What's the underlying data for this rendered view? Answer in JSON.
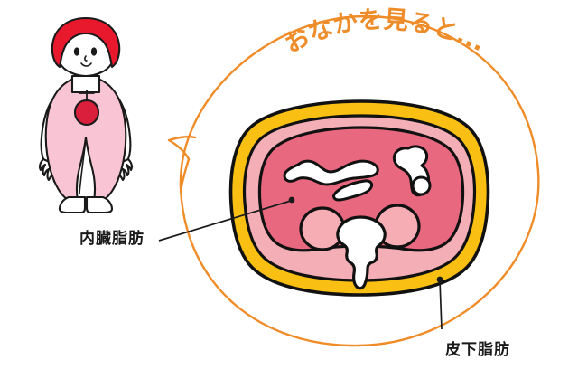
{
  "illustration": {
    "type": "medical-diagram-abdominal-cross-section",
    "background_color": "#ffffff"
  },
  "title": {
    "text": "おなかを見ると...",
    "color": "#ee8c2a",
    "style": "arched-handwritten"
  },
  "speech_bubble": {
    "name": "thought-bubble",
    "stroke_color": "#f08c28",
    "fill": "none",
    "tail_direction": "left-toward-character"
  },
  "character": {
    "name": "overweight-girl-character",
    "hair_color": "#e8192c",
    "skin_color": "#ffffff",
    "overall_color": "#f9c5d4",
    "shirt_color": "#ffffff",
    "outline_color": "#1a1a1a",
    "apple_color": "#d91f3c",
    "shoe_color": "#ffffff"
  },
  "cross_section": {
    "name": "abdominal-cross-section",
    "layers": [
      {
        "name": "subcutaneous-fat-ring",
        "color": "#f9c013",
        "label": "皮下脂肪"
      },
      {
        "name": "muscle-layer",
        "color": "#f3aeb6",
        "label": ""
      },
      {
        "name": "visceral-fat-area",
        "color": "#e8697f",
        "label": "内臓脂肪"
      }
    ],
    "organs": [
      {
        "name": "intestine-1",
        "color": "#ffffff"
      },
      {
        "name": "intestine-2",
        "color": "#ffffff"
      },
      {
        "name": "intestine-3",
        "color": "#ffffff"
      },
      {
        "name": "intestine-4",
        "color": "#ffffff"
      },
      {
        "name": "kidney-left",
        "color": "#f6aeb4"
      },
      {
        "name": "kidney-right",
        "color": "#f6aeb4"
      },
      {
        "name": "spine-vertebra",
        "color": "#ffffff"
      }
    ],
    "outline_color": "#111111"
  },
  "labels": {
    "visceral_fat": "内臓脂肪",
    "subcutaneous_fat": "皮下脂肪",
    "leader_color": "#1a1a1a"
  }
}
